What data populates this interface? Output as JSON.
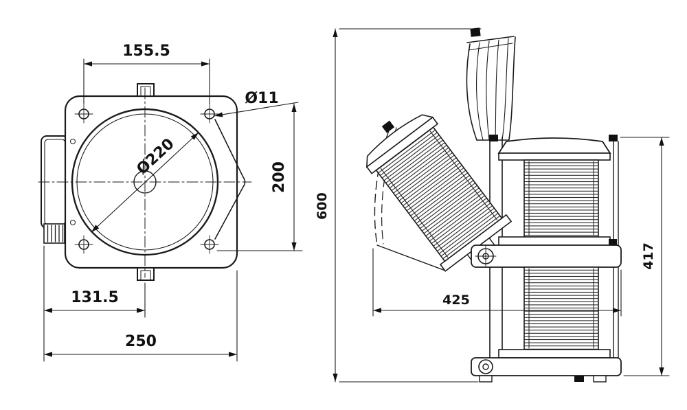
{
  "drawing": {
    "front_view": {
      "hole_spacing_horizontal": "155.5",
      "hole_diameter": "Ø11",
      "body_diameter": "Ø220",
      "hole_spacing_vertical": "200",
      "center_offset": "131.5",
      "overall_width": "250"
    },
    "side_view": {
      "overall_height": "600",
      "swing_clearance": "425",
      "lantern_height": "417"
    }
  }
}
